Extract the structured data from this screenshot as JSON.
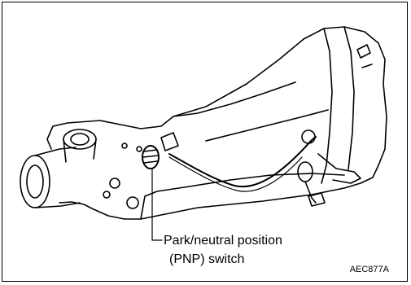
{
  "callout": {
    "line1": "Park/neutral position",
    "line2": "(PNP) switch"
  },
  "figure_code": "AEC877A"
}
